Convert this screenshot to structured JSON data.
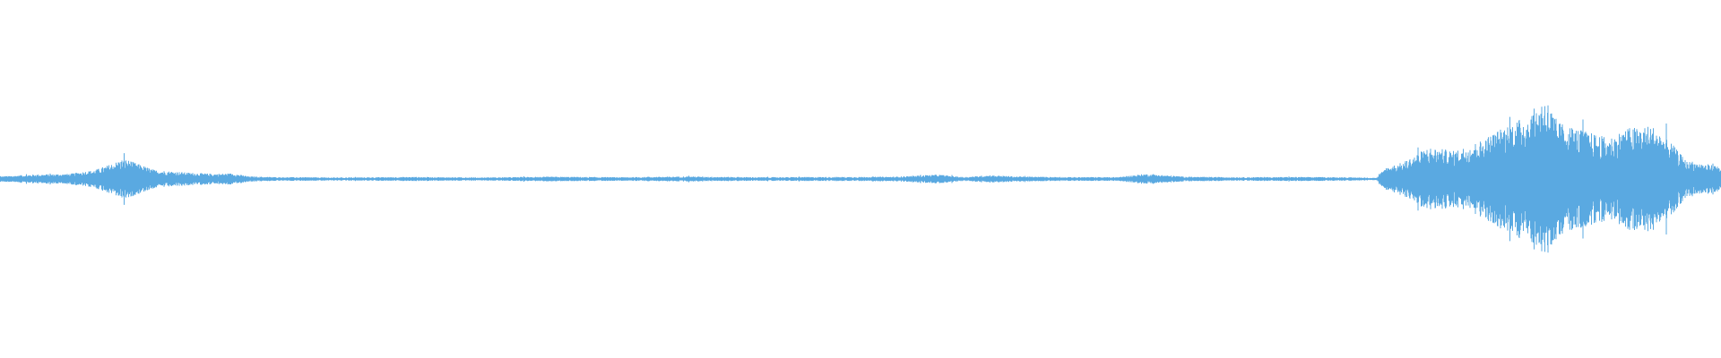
{
  "waveform": {
    "color": "#5aa9e1",
    "background": "#ffffff",
    "amplitude_envelope": [
      [
        0.0,
        0.02
      ],
      [
        0.02,
        0.035
      ],
      [
        0.04,
        0.04
      ],
      [
        0.055,
        0.07
      ],
      [
        0.065,
        0.12
      ],
      [
        0.072,
        0.16
      ],
      [
        0.078,
        0.13
      ],
      [
        0.09,
        0.07
      ],
      [
        0.11,
        0.05
      ],
      [
        0.125,
        0.04
      ],
      [
        0.135,
        0.045
      ],
      [
        0.145,
        0.02
      ],
      [
        0.16,
        0.015
      ],
      [
        0.2,
        0.012
      ],
      [
        0.24,
        0.016
      ],
      [
        0.28,
        0.012
      ],
      [
        0.32,
        0.018
      ],
      [
        0.36,
        0.014
      ],
      [
        0.4,
        0.02
      ],
      [
        0.44,
        0.014
      ],
      [
        0.48,
        0.016
      ],
      [
        0.52,
        0.018
      ],
      [
        0.545,
        0.035
      ],
      [
        0.56,
        0.015
      ],
      [
        0.575,
        0.03
      ],
      [
        0.59,
        0.02
      ],
      [
        0.62,
        0.015
      ],
      [
        0.65,
        0.015
      ],
      [
        0.665,
        0.04
      ],
      [
        0.69,
        0.018
      ],
      [
        0.72,
        0.014
      ],
      [
        0.75,
        0.016
      ],
      [
        0.78,
        0.014
      ],
      [
        0.8,
        0.01
      ],
      [
        0.805,
        0.09
      ],
      [
        0.815,
        0.13
      ],
      [
        0.83,
        0.25
      ],
      [
        0.845,
        0.22
      ],
      [
        0.86,
        0.3
      ],
      [
        0.875,
        0.42
      ],
      [
        0.888,
        0.5
      ],
      [
        0.898,
        0.65
      ],
      [
        0.905,
        0.45
      ],
      [
        0.92,
        0.38
      ],
      [
        0.935,
        0.32
      ],
      [
        0.945,
        0.4
      ],
      [
        0.96,
        0.42
      ],
      [
        0.97,
        0.3
      ],
      [
        0.98,
        0.14
      ],
      [
        1.0,
        0.1
      ]
    ]
  }
}
